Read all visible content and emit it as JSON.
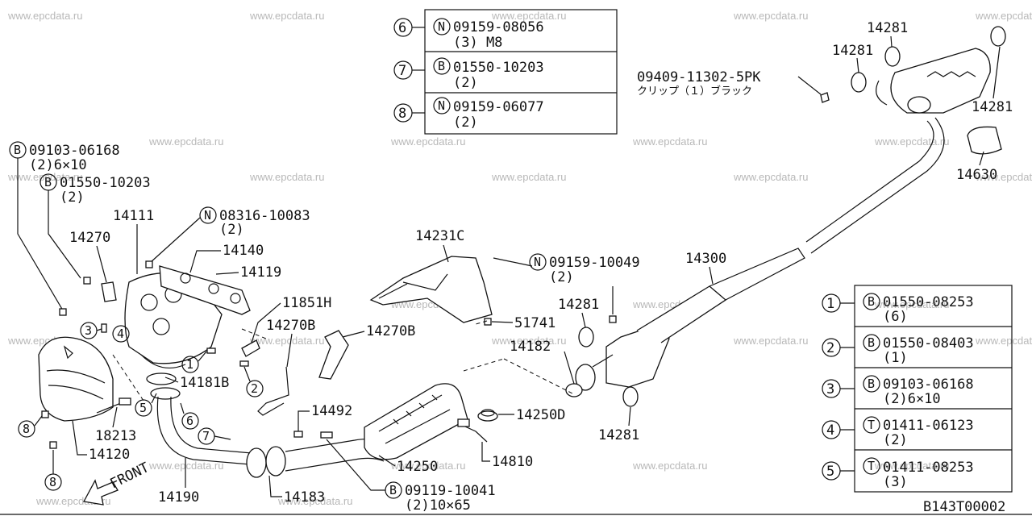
{
  "watermarks": [
    "www.epcdata.ru"
  ],
  "diagram_code": "B143T00002",
  "front_label": "FRONT",
  "clip_note": {
    "part_no": "09409-11302-5PK",
    "desc": "クリップ（１）ブラック"
  },
  "legend_top": [
    {
      "num": "6",
      "type": "N",
      "part": "09159-08056",
      "qty": "(3) M8"
    },
    {
      "num": "7",
      "type": "B",
      "part": "01550-10203",
      "qty": "(2)"
    },
    {
      "num": "8",
      "type": "N",
      "part": "09159-06077",
      "qty": "(2)"
    }
  ],
  "legend_right": [
    {
      "num": "1",
      "type": "B",
      "part": "01550-08253",
      "qty": "(6)"
    },
    {
      "num": "2",
      "type": "B",
      "part": "01550-08403",
      "qty": "(1)"
    },
    {
      "num": "3",
      "type": "B",
      "part": "09103-06168",
      "qty": "(2)6×10"
    },
    {
      "num": "4",
      "type": "T",
      "part": "01411-06123",
      "qty": "(2)"
    },
    {
      "num": "5",
      "type": "T",
      "part": "01411-08253",
      "qty": "(3)"
    }
  ],
  "callouts_left": [
    {
      "type": "B",
      "part": "09103-06168",
      "qty": "(2)6×10"
    },
    {
      "type": "B",
      "part": "01550-10203",
      "qty": "(2)"
    },
    {
      "type": "N",
      "part": "08316-10083",
      "qty": "(2)"
    },
    {
      "type": "N",
      "part": "09159-10049",
      "qty": "(2)"
    },
    {
      "type": "B",
      "part": "09119-10041",
      "qty": "(2)10×65"
    }
  ],
  "part_labels": {
    "p14111": "14111",
    "p14270": "14270",
    "p14140": "14140",
    "p14119": "14119",
    "p11851H": "11851H",
    "p14270B_a": "14270B",
    "p14270B_b": "14270B",
    "p14181B": "14181B",
    "p18213": "18213",
    "p14120": "14120",
    "p14190": "14190",
    "p14183": "14183",
    "p14492": "14492",
    "p14250": "14250",
    "p14810": "14810",
    "p14250D": "14250D",
    "p14231C": "14231C",
    "p51741": "51741",
    "p14281_a": "14281",
    "p14281_b": "14281",
    "p14281_c": "14281",
    "p14281_d": "14281",
    "p14281_e": "14281",
    "p14182": "14182",
    "p14300": "14300",
    "p14630": "14630"
  },
  "ref_numbers": [
    "1",
    "2",
    "3",
    "4",
    "5",
    "6",
    "7",
    "8",
    "8"
  ]
}
